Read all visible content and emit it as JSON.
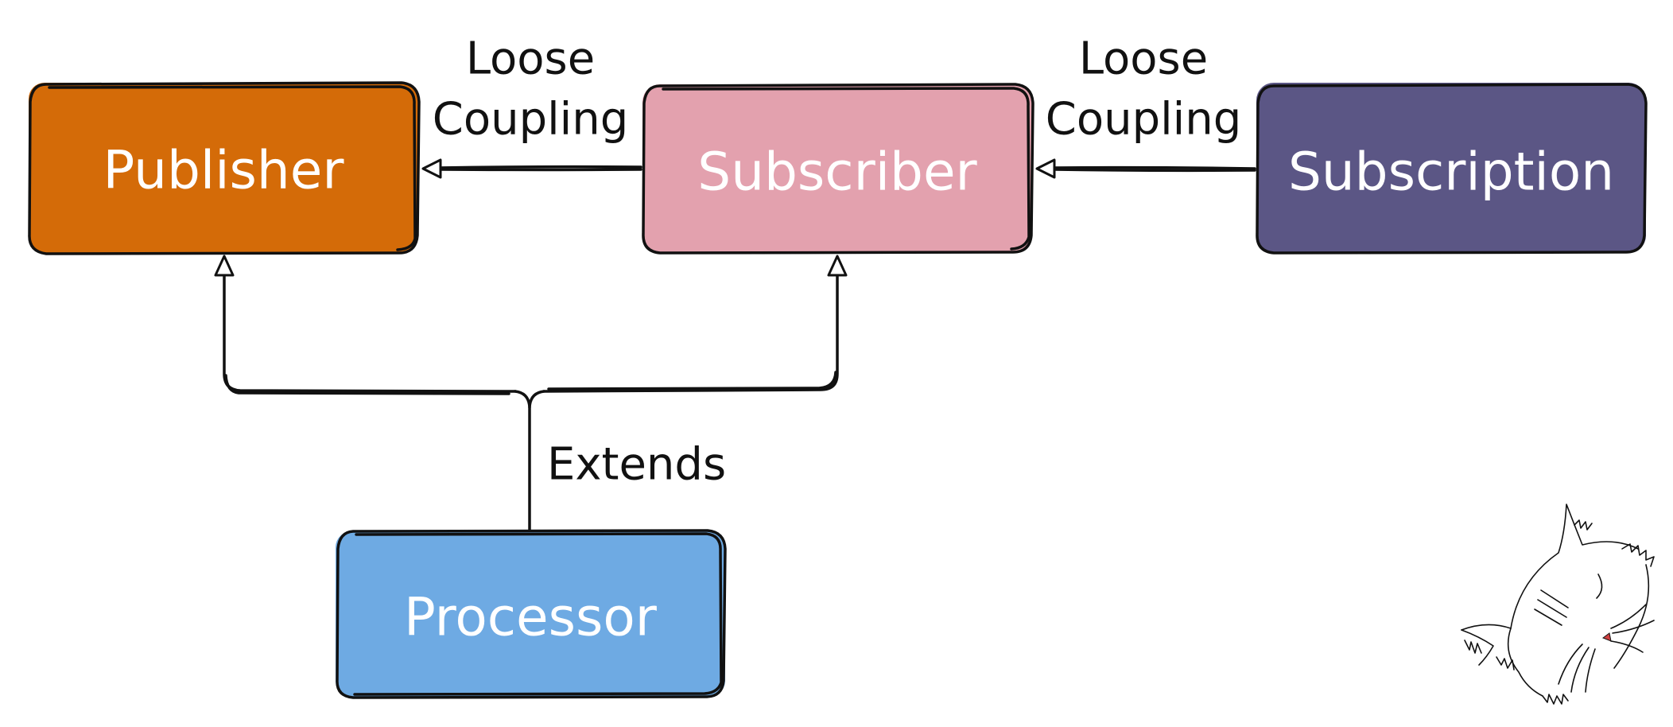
{
  "nodes": {
    "publisher": {
      "label": "Publisher",
      "color": "#d46b08"
    },
    "subscriber": {
      "label": "Subscriber",
      "color": "#e3a1ae"
    },
    "subscription": {
      "label": "Subscription",
      "color": "#5b5685"
    },
    "processor": {
      "label": "Processor",
      "color": "#6eaae3"
    }
  },
  "edges": {
    "subscriber_to_publisher": {
      "label_line1": "Loose",
      "label_line2": "Coupling"
    },
    "subscription_to_subscriber": {
      "label_line1": "Loose",
      "label_line2": "Coupling"
    },
    "processor_extends": {
      "label": "Extends"
    }
  },
  "decoration": {
    "icon": "sleeping-cat-doodle-icon"
  },
  "colors": {
    "line": "#111111",
    "background": "#ffffff"
  }
}
